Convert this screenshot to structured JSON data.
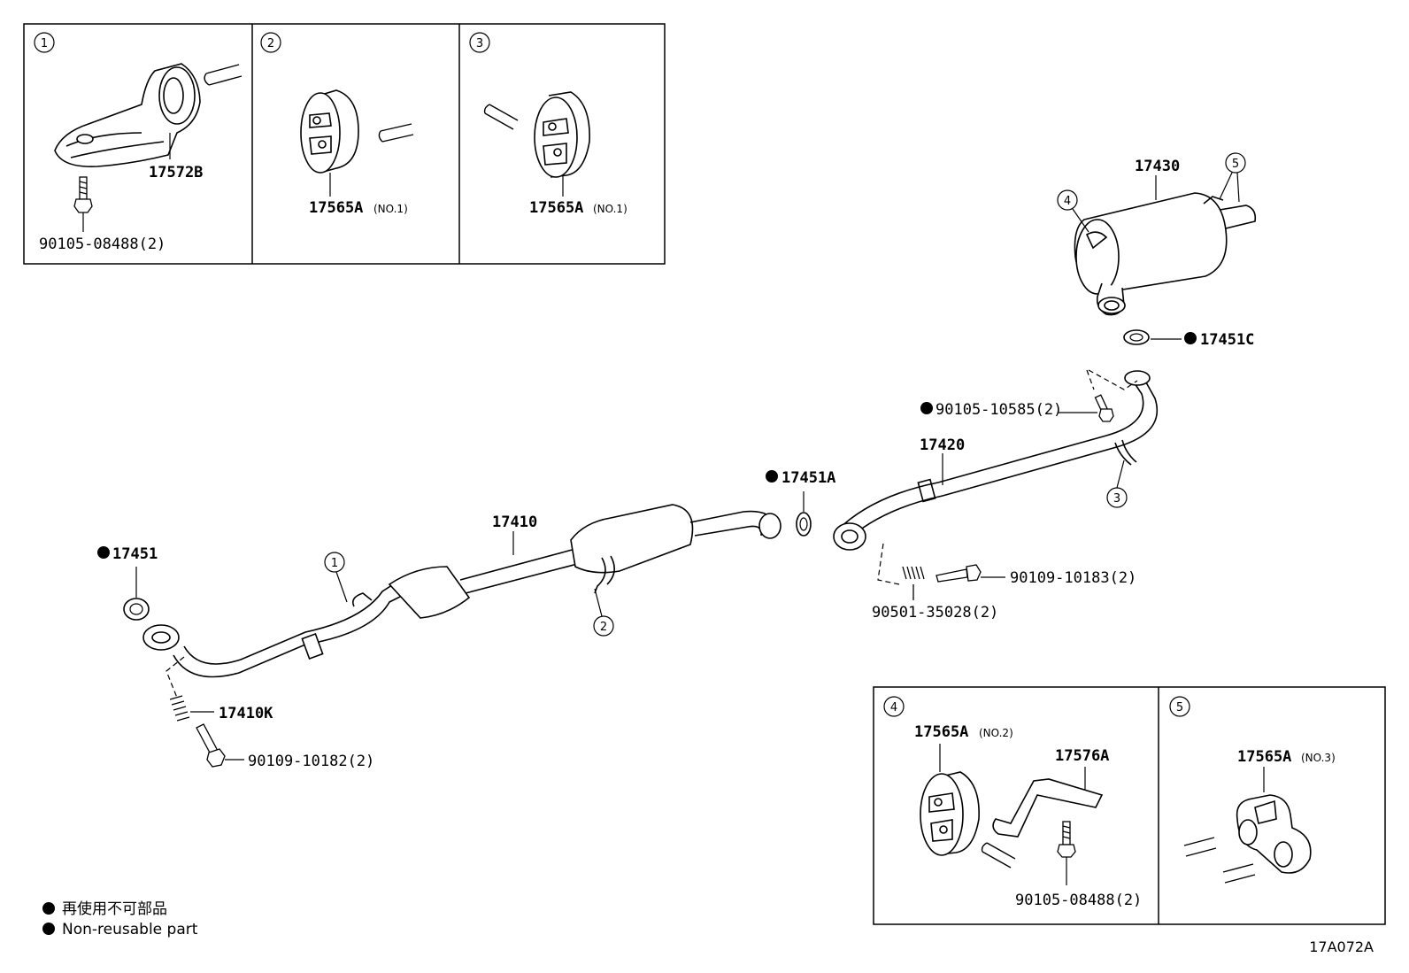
{
  "callouts": {
    "c1": "1",
    "c2": "2",
    "c3": "3",
    "c4": "4",
    "c5": "5"
  },
  "parts": {
    "p17572B": "17572B",
    "p90105_08488_a": "90105-08488(2)",
    "p17565A_1a": "17565A",
    "p17565A_1b": "17565A",
    "no1": "(NO.1)",
    "p17430": "17430",
    "p17451C": "17451C",
    "p90105_10585": "90105-10585(2)",
    "p17420": "17420",
    "p17451A": "17451A",
    "p17410": "17410",
    "p17451": "17451",
    "p90109_10183": "90109-10183(2)",
    "p90501_35028": "90501-35028(2)",
    "p17410K": "17410K",
    "p90109_10182": "90109-10182(2)",
    "p17565A_2": "17565A",
    "no2": "(NO.2)",
    "p17576A": "17576A",
    "p90105_08488_b": "90105-08488(2)",
    "p17565A_3": "17565A",
    "no3": "(NO.3)"
  },
  "legend": {
    "jp": "再使用不可部品",
    "en": "Non-reusable part"
  },
  "diagram_code": "17A072A"
}
